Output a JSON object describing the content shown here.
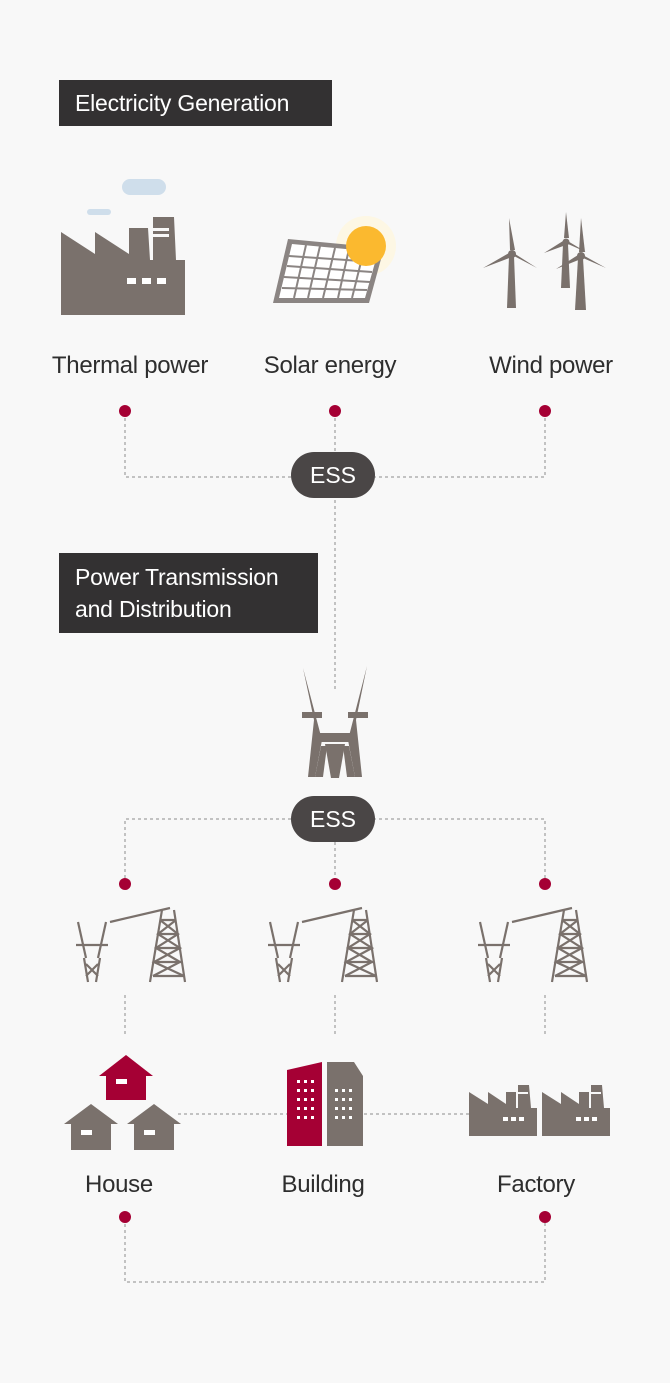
{
  "sections": {
    "generation_title": "Electricity Generation",
    "transmission_title_line1": "Power Transmission",
    "transmission_title_line2": "and Distribution"
  },
  "sources": {
    "thermal": "Thermal power",
    "solar": "Solar energy",
    "wind": "Wind power"
  },
  "storage": {
    "ess_top": "ESS",
    "ess_bottom": "ESS"
  },
  "consumers": {
    "house": "House",
    "building": "Building",
    "factory": "Factory"
  },
  "colors": {
    "background": "#f8f8f8",
    "icon_gray": "#7a716c",
    "accent_red": "#a50034",
    "dark_box": "#333132",
    "ess_pill": "#4a4646",
    "line": "#8c8c8c"
  },
  "icons": [
    "factory-icon",
    "solar-panel-icon",
    "sun-icon",
    "wind-turbine-icon",
    "transmission-tower-icon",
    "power-pylon-icon",
    "house-icon",
    "building-icon"
  ]
}
